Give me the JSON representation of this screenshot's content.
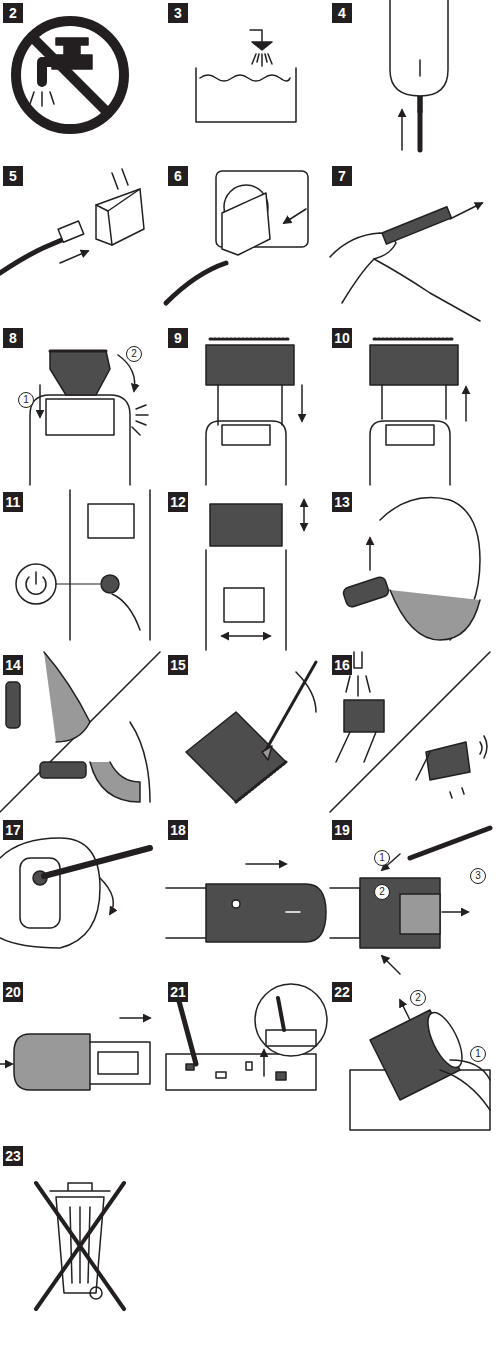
{
  "diagram": {
    "labels": [
      "2",
      "3",
      "4",
      "5",
      "6",
      "7",
      "8",
      "9",
      "10",
      "11",
      "12",
      "13",
      "14",
      "15",
      "16",
      "17",
      "18",
      "19",
      "20",
      "21",
      "22",
      "23",
      "1",
      "2",
      "1",
      "2",
      "3",
      "1",
      "2"
    ]
  }
}
